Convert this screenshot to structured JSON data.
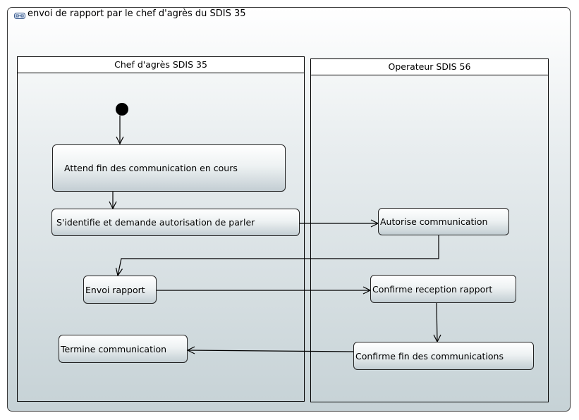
{
  "diagram": {
    "title": "envoi de rapport par le chef d'agrès du SDIS 35",
    "lanes": [
      {
        "id": "chef",
        "label": "Chef d'agrès SDIS 35"
      },
      {
        "id": "operateur",
        "label": "Operateur SDIS 56"
      }
    ],
    "actions": {
      "attend": "Attend fin des communication en cours",
      "identifie": "S'identifie et demande autorisation de parler",
      "autorise": "Autorise communication",
      "envoi": "Envoi rapport",
      "confirme_reception": "Confirme reception rapport",
      "confirme_fin": "Confirme fin des communications",
      "termine": "Termine communication"
    }
  }
}
